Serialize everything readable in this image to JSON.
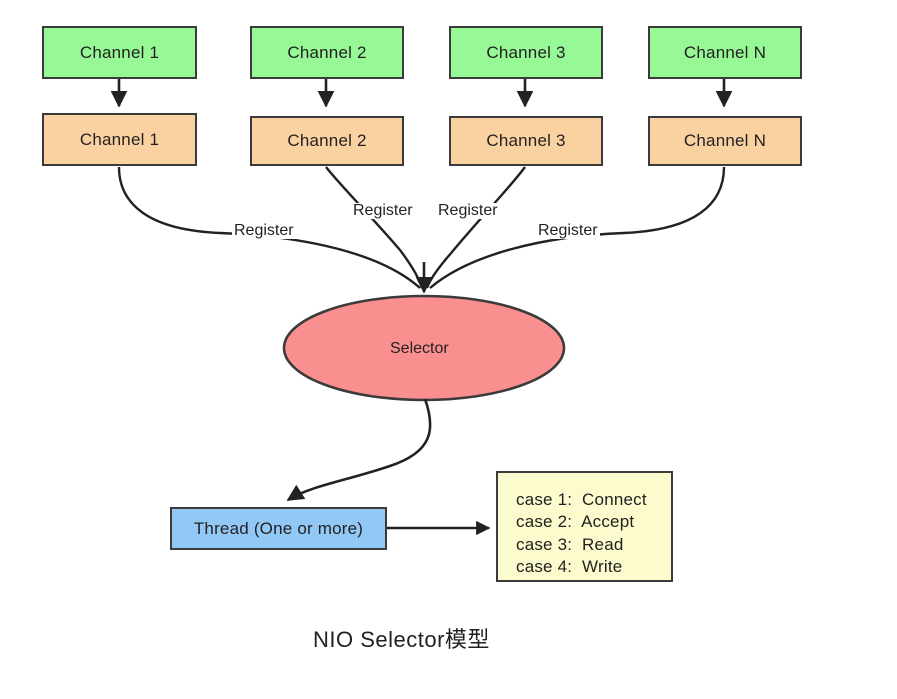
{
  "diagram": {
    "caption": "NIO Selector模型",
    "colors": {
      "channel_source": "#96f996",
      "channel_target": "#fad2a1",
      "selector": "#f9908f",
      "thread": "#92c8f6",
      "cases": "#fbfbcd",
      "stroke": "#3b3b3b",
      "text": "#231f20"
    },
    "source_channels": [
      {
        "label": "Channel 1"
      },
      {
        "label": "Channel 2"
      },
      {
        "label": "Channel 3"
      },
      {
        "label": "Channel N"
      }
    ],
    "target_channels": [
      {
        "label": "Channel 1"
      },
      {
        "label": "Channel 2"
      },
      {
        "label": "Channel 3"
      },
      {
        "label": "Channel N"
      }
    ],
    "register_labels": [
      {
        "label": "Register"
      },
      {
        "label": "Register"
      },
      {
        "label": "Register"
      },
      {
        "label": "Register"
      }
    ],
    "selector": {
      "label": "Selector"
    },
    "thread": {
      "label": "Thread (One or more)"
    },
    "cases": {
      "lines": [
        "case 1:  Connect",
        "case 2:  Accept",
        "case 3:  Read",
        "case 4:  Write"
      ]
    }
  }
}
